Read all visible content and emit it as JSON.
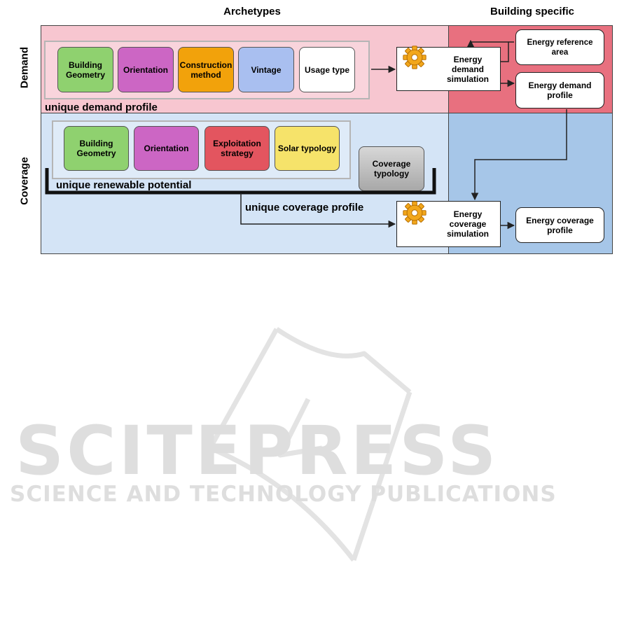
{
  "headers": {
    "archetypes": "Archetypes",
    "building_specific": "Building specific"
  },
  "rows": {
    "demand": "Demand",
    "coverage": "Coverage"
  },
  "demand_chips": [
    {
      "label": "Building Geometry",
      "color": "#8fd16f"
    },
    {
      "label": "Orientation",
      "color": "#cc66c4"
    },
    {
      "label": "Construction method",
      "color": "#f2a20b"
    },
    {
      "label": "Vintage",
      "color": "#a9bff0"
    },
    {
      "label": "Usage type",
      "color": "#ffffff"
    }
  ],
  "coverage_chips": [
    {
      "label": "Building Geometry",
      "color": "#8fd16f"
    },
    {
      "label": "Orientation",
      "color": "#cc66c4"
    },
    {
      "label": "Exploitation strategy",
      "color": "#e3555f"
    },
    {
      "label": "Solar typology",
      "color": "#f6e36a"
    }
  ],
  "coverage_typology": {
    "label": "Coverage typology",
    "color": "#b7b7b7"
  },
  "captions": {
    "demand_profile": "unique demand profile",
    "renewable_potential": "unique renewable potential",
    "coverage_profile": "unique coverage profile"
  },
  "simulations": {
    "demand": "Energy demand simulation",
    "coverage": "Energy coverage simulation"
  },
  "outputs": {
    "reference_area": "Energy reference area",
    "demand_profile": "Energy demand profile",
    "coverage_profile": "Energy coverage profile"
  },
  "icons": {
    "simulation": "gear-icon"
  },
  "colors": {
    "demand_archetype_bg": "#f7c6d0",
    "demand_building_bg": "#e8707f",
    "coverage_archetype_bg": "#d4e4f6",
    "coverage_building_bg": "#a6c6e8"
  },
  "watermark": {
    "logo_text": "SCITEPRESS",
    "tagline": "SCIENCE AND TECHNOLOGY PUBLICATIONS"
  }
}
